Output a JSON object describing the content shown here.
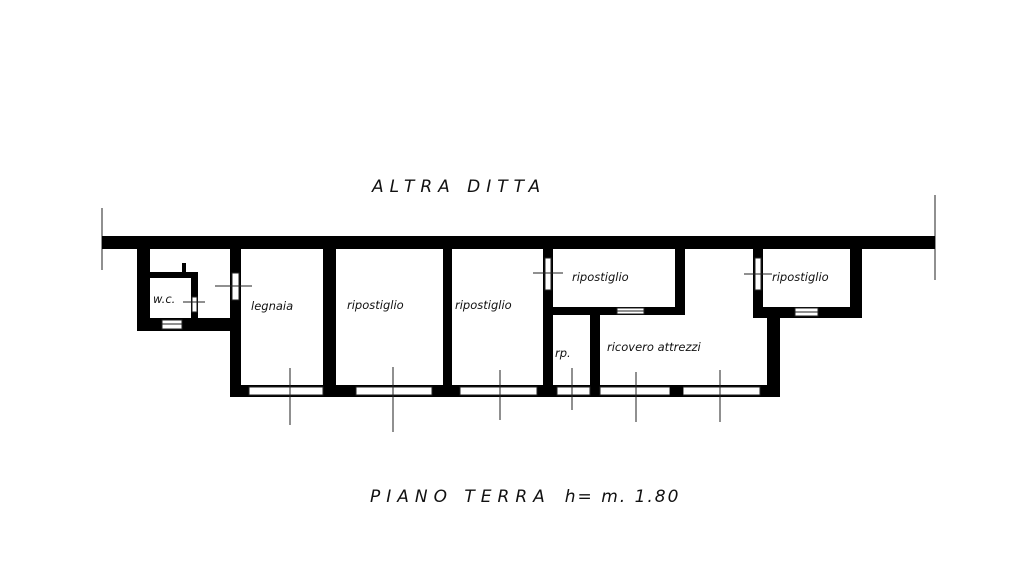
{
  "plan": {
    "neighbor_label": "ALTRA DITTA",
    "floor_title": "PIANO TERRA",
    "height_note": "h= m. 1.80",
    "rooms": [
      {
        "label": "w.c."
      },
      {
        "label": "legnaia"
      },
      {
        "label": "ripostiglio"
      },
      {
        "label": "ripostiglio"
      },
      {
        "label": "ripostiglio"
      },
      {
        "label": "rp."
      },
      {
        "label": "ricovero attrezzi"
      },
      {
        "label": "ripostiglio"
      }
    ],
    "colors": {
      "ink": "#000000",
      "paper": "#ffffff"
    }
  }
}
